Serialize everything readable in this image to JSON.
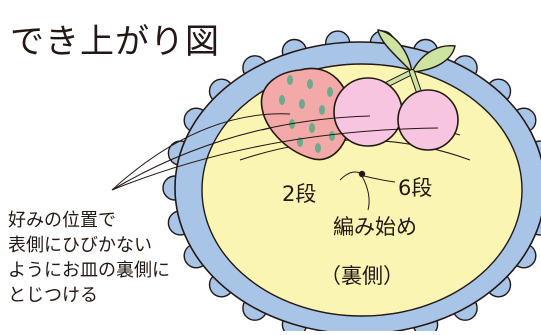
{
  "title": "でき上がり図",
  "labels": {
    "row2": "2段",
    "row6": "6段",
    "start": "編み始め",
    "back": "（裏側）"
  },
  "note": {
    "lines": [
      "好みの位置で",
      "表側にひびかない",
      "ようにお皿の裏側に",
      "とじつける"
    ]
  },
  "colors": {
    "scallop": "#a8c4e6",
    "plate": "#fbf5b4",
    "strawberry": "#f3a9a7",
    "cherry": "#f7c5df",
    "leaf": "#cde3a2",
    "dots": "#6aab8c",
    "ink": "#231815"
  }
}
